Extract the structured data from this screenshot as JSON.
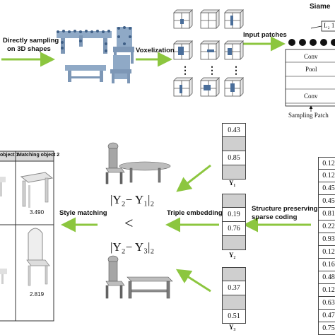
{
  "top": {
    "sampling_label_1": "Directly sampling",
    "sampling_label_2": "on 3D shapes",
    "voxelization_label": "Voxelization",
    "input_patches_label": "Input patches",
    "siamese_label": "Siame",
    "l2_label": "L₂ 1",
    "cnn_layers": [
      "Conv",
      "Pool",
      "Conv"
    ],
    "sampling_patch_label": "Sampling Patch",
    "grid_dots": [
      "⋮",
      "⋮",
      "⋮"
    ]
  },
  "bottom": {
    "table_header_1": "object 1",
    "table_header_2": "Matching object 2",
    "score_1": "3.490",
    "score_2": "2.819",
    "style_matching_label": "Style matching",
    "triple_embedding_label": "Triple embedding",
    "sparse_coding_label_1": "Structure preserving",
    "sparse_coding_label_2": "sparse coding",
    "formula_top": "|Y₂− Y₁|₂",
    "less_than": "<",
    "formula_bottom": "|Y₂− Y₃|₂",
    "y1_values": [
      "0.43",
      "",
      "0.85",
      ""
    ],
    "y1_label": "Y₁",
    "y2_values": [
      "",
      "0.19",
      "0.76",
      ""
    ],
    "y2_label": "Y₂",
    "y3_values": [
      "",
      "0.37",
      "",
      "0.51"
    ],
    "y3_label": "Y₃",
    "sparse_vector": [
      "0.12",
      "0.12",
      "0.45",
      "0.45",
      "0.81",
      "0.22",
      "0.93",
      "0.12",
      "0.16",
      "0.48",
      "0.12",
      "0.63",
      "0.47",
      "0.75"
    ]
  },
  "colors": {
    "arrow": "#8cc63f",
    "blue": "#4a6e9a",
    "gray": "#cfcfcf"
  }
}
